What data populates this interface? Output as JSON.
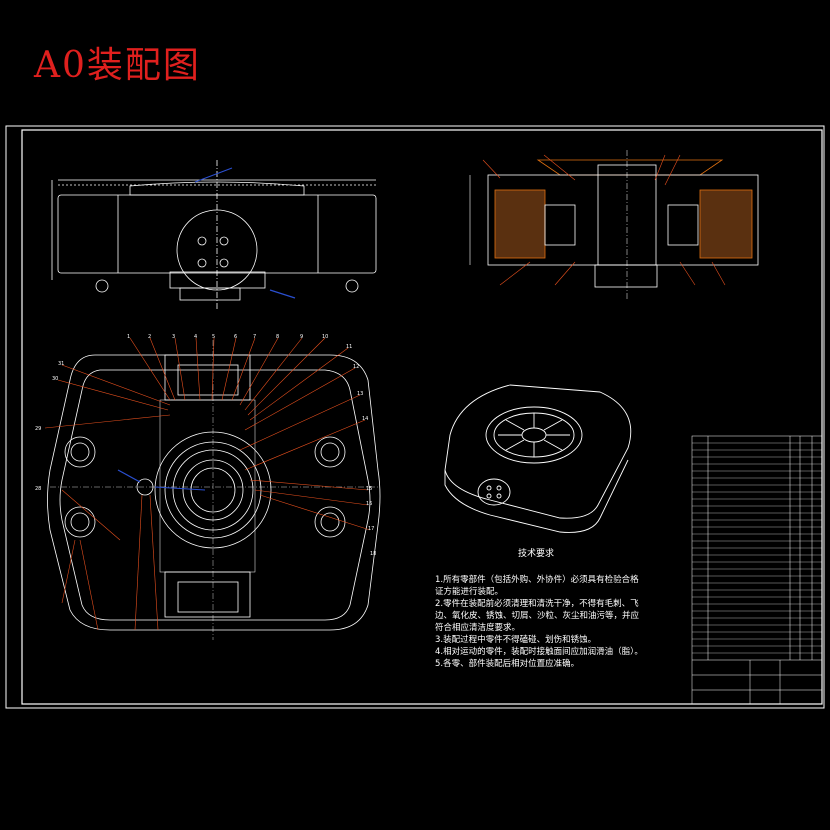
{
  "title": "A0装配图",
  "technical_requirements": {
    "heading": "技术要求",
    "items": [
      "1.所有零部件（包括外购、外协件）必须具有检验合格证方能进行装配。",
      "2.零件在装配前必须清理和清洗干净，不得有毛刺、飞边、氧化皮、锈蚀、切屑、沙粒、灰尘和油污等，并应符合相应清洁度要求。",
      "3.装配过程中零件不得磕碰、划伤和锈蚀。",
      "4.相对运动的零件，装配时接触面间应加润滑油（脂）。",
      "5.各零、部件装配后相对位置应准确。"
    ]
  },
  "colors": {
    "title": "#e0201e",
    "lines": "#ffffff",
    "hatch": "#e07010",
    "leader": "#e8501e",
    "blue": "#2a4fd0",
    "background": "#000000"
  }
}
